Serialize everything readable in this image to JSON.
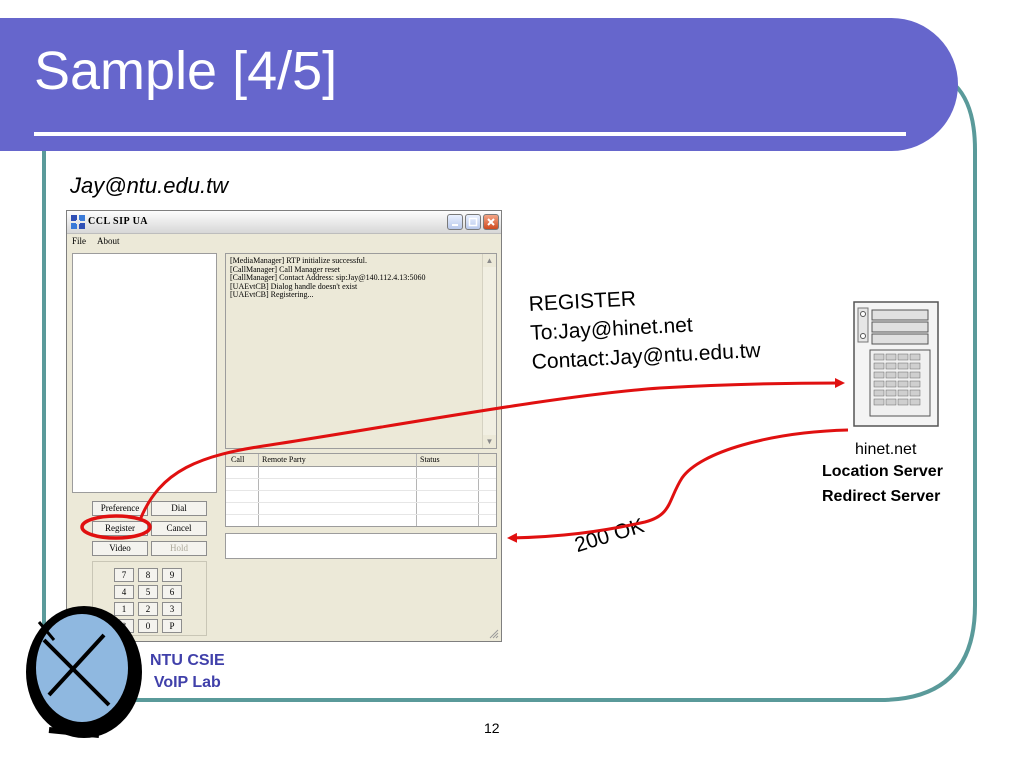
{
  "slide": {
    "title": "Sample [4/5]",
    "caller": "Jay@ntu.edu.tw",
    "page_number": "12",
    "lab_line1": "NTU CSIE",
    "lab_line2": "VoIP Lab"
  },
  "app": {
    "title": "CCL SIP UA",
    "menu": [
      "File",
      "About"
    ],
    "log": [
      "[MediaManager] RTP initialize successful.",
      "[CallManager] Call Manager reset",
      "[CallManager] Contact Address: sip:Jay@140.112.4.13:5060",
      "[UAEvtCB] Dialog handle doesn't exist",
      "[UAEvtCB] Registering..."
    ],
    "columns": [
      "Call",
      "Remote Party",
      "Status"
    ],
    "buttons": {
      "preference": "Preference",
      "dial": "Dial",
      "register": "Register",
      "cancel": "Cancel",
      "video": "Video",
      "hold": "Hold"
    },
    "keypad": [
      "7",
      "8",
      "9",
      "4",
      "5",
      "6",
      "1",
      "2",
      "3",
      "*",
      "0",
      "P"
    ]
  },
  "server": {
    "name": "hinet.net",
    "role1": "Location Server",
    "role2": "Redirect Server"
  },
  "messages": {
    "register": [
      "REGISTER",
      "To:Jay@hinet.net",
      "Contact:Jay@ntu.edu.tw"
    ],
    "ok": "200 OK"
  },
  "colors": {
    "title_bar": "#6666cc",
    "frame": "#5a9a9a",
    "arrow": "#e01010",
    "lab_text": "#4040aa"
  }
}
